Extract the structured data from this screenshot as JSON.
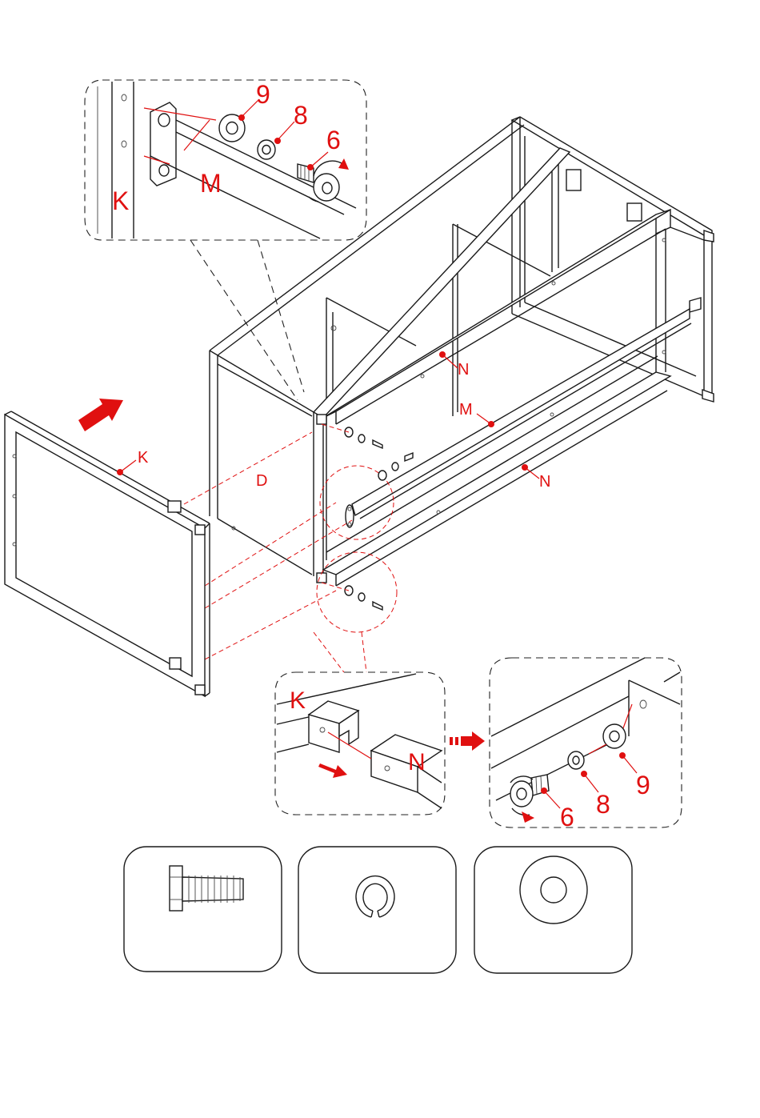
{
  "labels": {
    "detail_top_9": "9",
    "detail_top_8": "8",
    "detail_top_6": "6",
    "detail_top_K": "K",
    "detail_top_M": "M",
    "main_N_upper": "N",
    "main_M": "M",
    "main_N_lower": "N",
    "main_K": "K",
    "main_D": "D",
    "detail_left_K": "K",
    "detail_left_N": "N",
    "detail_right_6": "6",
    "detail_right_8": "8",
    "detail_right_9": "9"
  },
  "parts_legend": [
    {
      "icon": "bolt-icon",
      "part": "6"
    },
    {
      "icon": "spring-washer-icon",
      "part": "8"
    },
    {
      "icon": "flat-washer-icon",
      "part": "9"
    }
  ],
  "colors": {
    "callout": "#e01010",
    "line": "#1a1a1a"
  }
}
